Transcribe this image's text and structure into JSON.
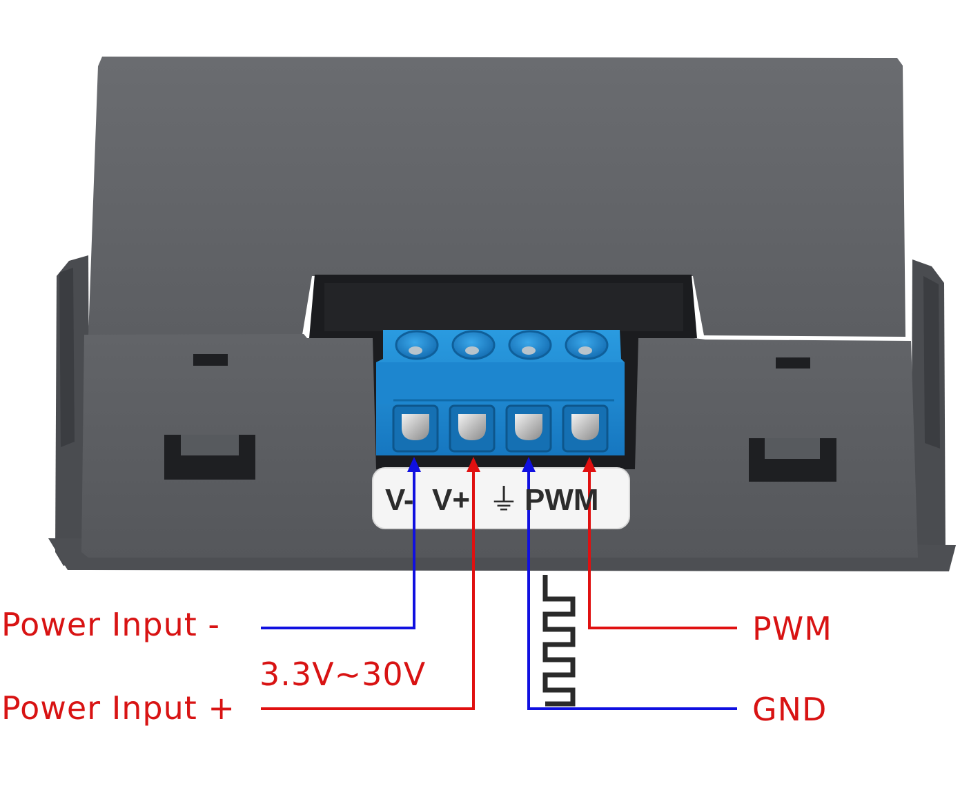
{
  "pin_sticker": {
    "v_minus": "V-",
    "v_plus": "V+",
    "ground_symbol": "⏚",
    "pwm": "PWM"
  },
  "callouts": {
    "power_input_minus": "Power Input -",
    "voltage_range": "3.3V~30V",
    "power_input_plus": "Power Input +",
    "pwm": "PWM",
    "gnd": "GND"
  },
  "colors": {
    "wire_blue": "#1010e0",
    "wire_red": "#e01010",
    "label_red": "#d81313",
    "housing": "#5f6165",
    "terminal_block": "#1f8fd6"
  }
}
